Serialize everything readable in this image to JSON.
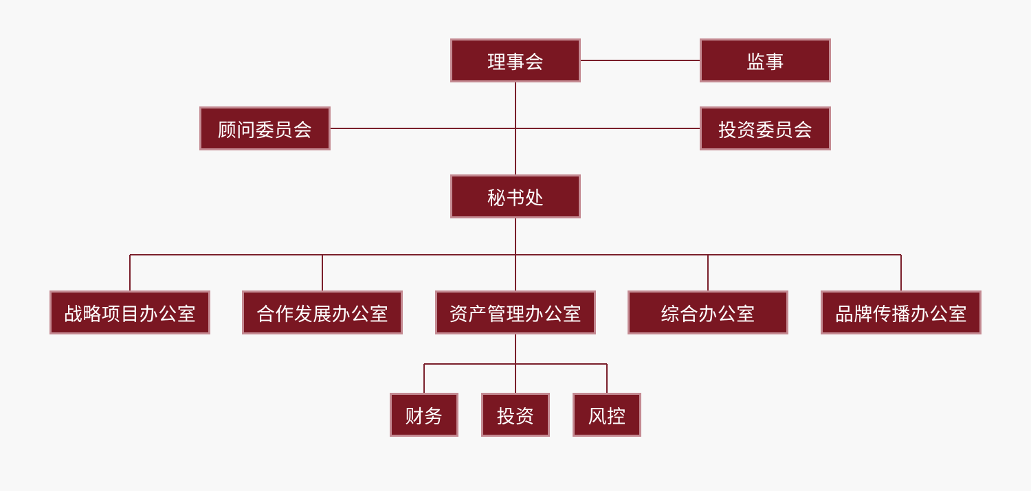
{
  "colors": {
    "background": "#f8f8f8",
    "box_fill": "#7a1722",
    "box_border": "#c48a92",
    "line": "#7a1f2b",
    "text": "#ffffff"
  },
  "nodes": {
    "board": "理事会",
    "supervisor": "监事",
    "advisory_committee": "顾问委员会",
    "investment_committee": "投资委员会",
    "secretariat": "秘书处",
    "strategic_office": "战略项目办公室",
    "cooperation_office": "合作发展办公室",
    "asset_office": "资产管理办公室",
    "general_office": "综合办公室",
    "brand_office": "品牌传播办公室",
    "finance": "财务",
    "investment": "投资",
    "risk_control": "风控"
  }
}
